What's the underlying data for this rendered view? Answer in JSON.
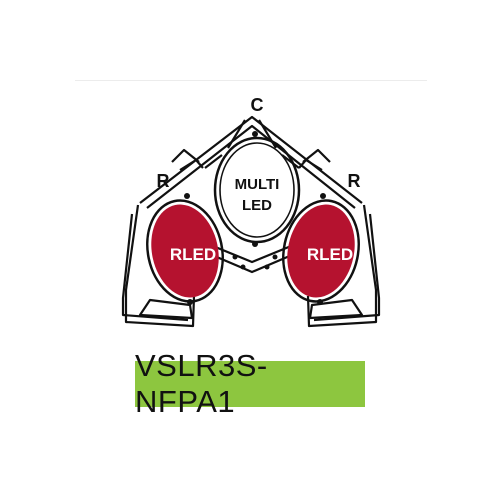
{
  "diagram": {
    "labels": {
      "center": "C",
      "left": "R",
      "right": "R"
    },
    "lenses": {
      "left": "RLED",
      "center_line1": "MULTI",
      "center_line2": "LED",
      "right": "RLED"
    }
  },
  "model": {
    "name": "VSLR3S-NFPA1",
    "badge_color": "#8dc63f"
  },
  "colors": {
    "red_lens": "#b5122f",
    "outline": "#111111",
    "fill": "#ffffff"
  }
}
